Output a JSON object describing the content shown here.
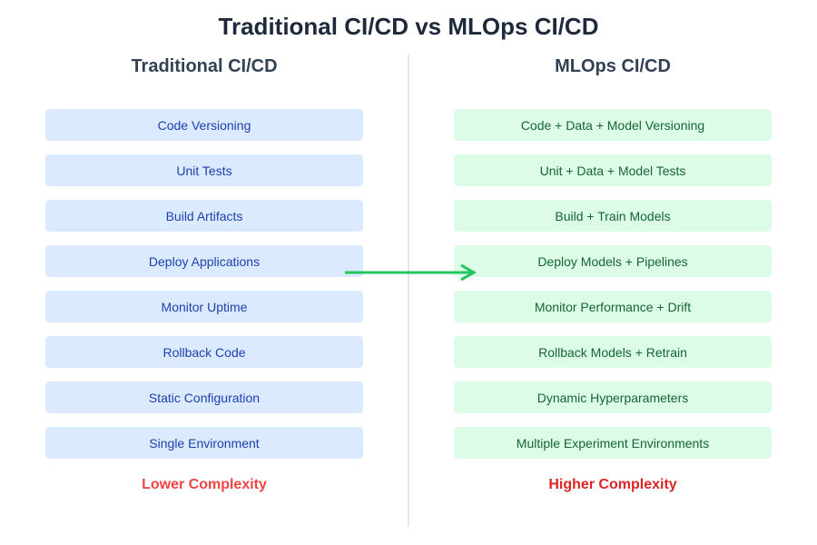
{
  "title": "Traditional CI/CD vs MLOps CI/CD",
  "traditional": {
    "heading": "Traditional CI/CD",
    "items": [
      "Code Versioning",
      "Unit Tests",
      "Build Artifacts",
      "Deploy Applications",
      "Monitor Uptime",
      "Rollback Code",
      "Static Configuration",
      "Single Environment"
    ],
    "footer": "Lower Complexity"
  },
  "mlops": {
    "heading": "MLOps CI/CD",
    "items": [
      "Code + Data + Model Versioning",
      "Unit + Data + Model Tests",
      "Build + Train Models",
      "Deploy Models + Pipelines",
      "Monitor Performance + Drift",
      "Rollback Models + Retrain",
      "Dynamic Hyperparameters",
      "Multiple Experiment Environments"
    ],
    "footer": "Higher Complexity"
  },
  "colors": {
    "arrow": "#22c55e",
    "lower": "#ef4444",
    "higher": "#dc2626"
  }
}
